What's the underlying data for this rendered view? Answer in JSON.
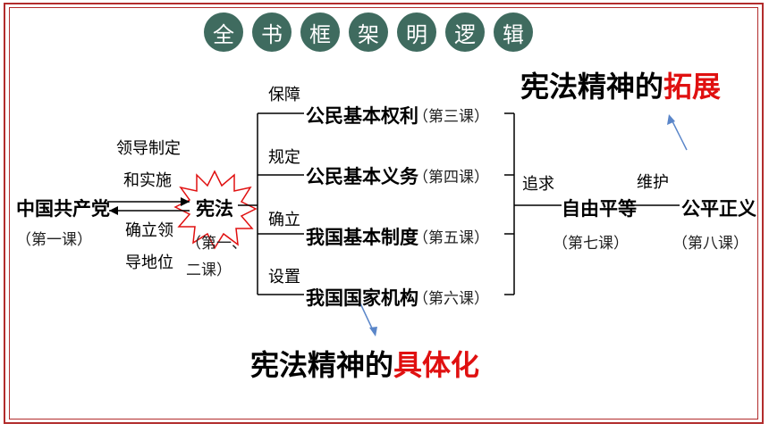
{
  "title_chars": [
    "全",
    "书",
    "框",
    "架",
    "明",
    "逻",
    "辑"
  ],
  "center_node": "宪法",
  "center_course": "（第一、二课）",
  "left_node": "中国共产党",
  "left_course": "（第一课）",
  "arrow_top_labels": [
    "领导制定",
    "和实施"
  ],
  "arrow_bottom_labels": [
    "确立领",
    "导地位"
  ],
  "branches": [
    {
      "verb": "保障",
      "node": "公民基本权利",
      "course": "（第三课）"
    },
    {
      "verb": "规定",
      "node": "公民基本义务",
      "course": "（第四课）"
    },
    {
      "verb": "确立",
      "node": "我国基本制度",
      "course": "（第五课）"
    },
    {
      "verb": "设置",
      "node": "我国国家机构",
      "course": "（第六课）"
    }
  ],
  "pursue_label": "追求",
  "maintain_label": "维护",
  "equality_node": "自由平等",
  "equality_course": "（第七课）",
  "justice_node": "公平正义",
  "justice_course": "（第八课）",
  "banner_top": {
    "prefix": "宪法精神的",
    "highlight": "拓展"
  },
  "banner_bottom": {
    "prefix": "宪法精神的",
    "highlight": "具体化"
  },
  "colors": {
    "frame": "#b22c2c",
    "circle": "#3f6b5f",
    "highlight": "#e01010",
    "arrow": "#5a86c9"
  }
}
